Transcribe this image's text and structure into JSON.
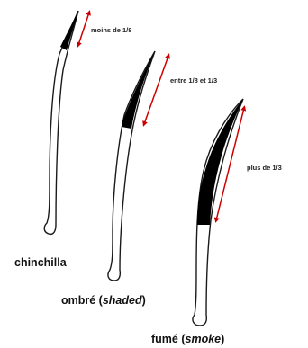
{
  "hairs": [
    {
      "caption": "chinchilla",
      "caption_english": "",
      "tip_label": "moins de 1/8"
    },
    {
      "caption": "ombré",
      "caption_english": "shaded",
      "tip_label": "entre 1/8 et 1/3"
    },
    {
      "caption": "fumé",
      "caption_english": "smoke",
      "tip_label": "plus de 1/3"
    }
  ],
  "colors": {
    "hair_outline": "#1a1a1a",
    "hair_tip": "#000000",
    "arrow": "#cc0000",
    "background": "#ffffff"
  }
}
